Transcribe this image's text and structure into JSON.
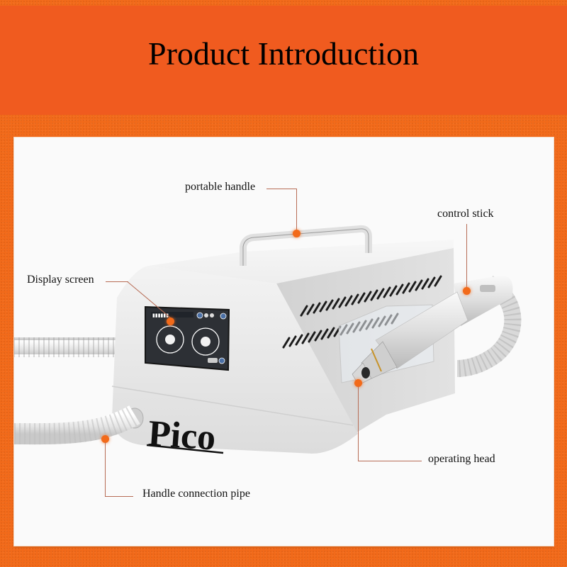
{
  "banner": {
    "title": "Product Introduction"
  },
  "product": {
    "brand_text": "Pico"
  },
  "callouts": [
    {
      "id": "portable-handle",
      "label": "portable handle"
    },
    {
      "id": "control-stick",
      "label": "control stick"
    },
    {
      "id": "display-screen",
      "label": "Display screen"
    },
    {
      "id": "operating-head",
      "label": "operating head"
    },
    {
      "id": "handle-connection-pipe",
      "label": "Handle connection pipe"
    }
  ],
  "colors": {
    "background_orange": "#f26a1a",
    "banner_orange": "#f05b1f",
    "panel_white": "#fafafa",
    "callout_dot": "#f26a1a",
    "callout_line": "#b76c55"
  }
}
